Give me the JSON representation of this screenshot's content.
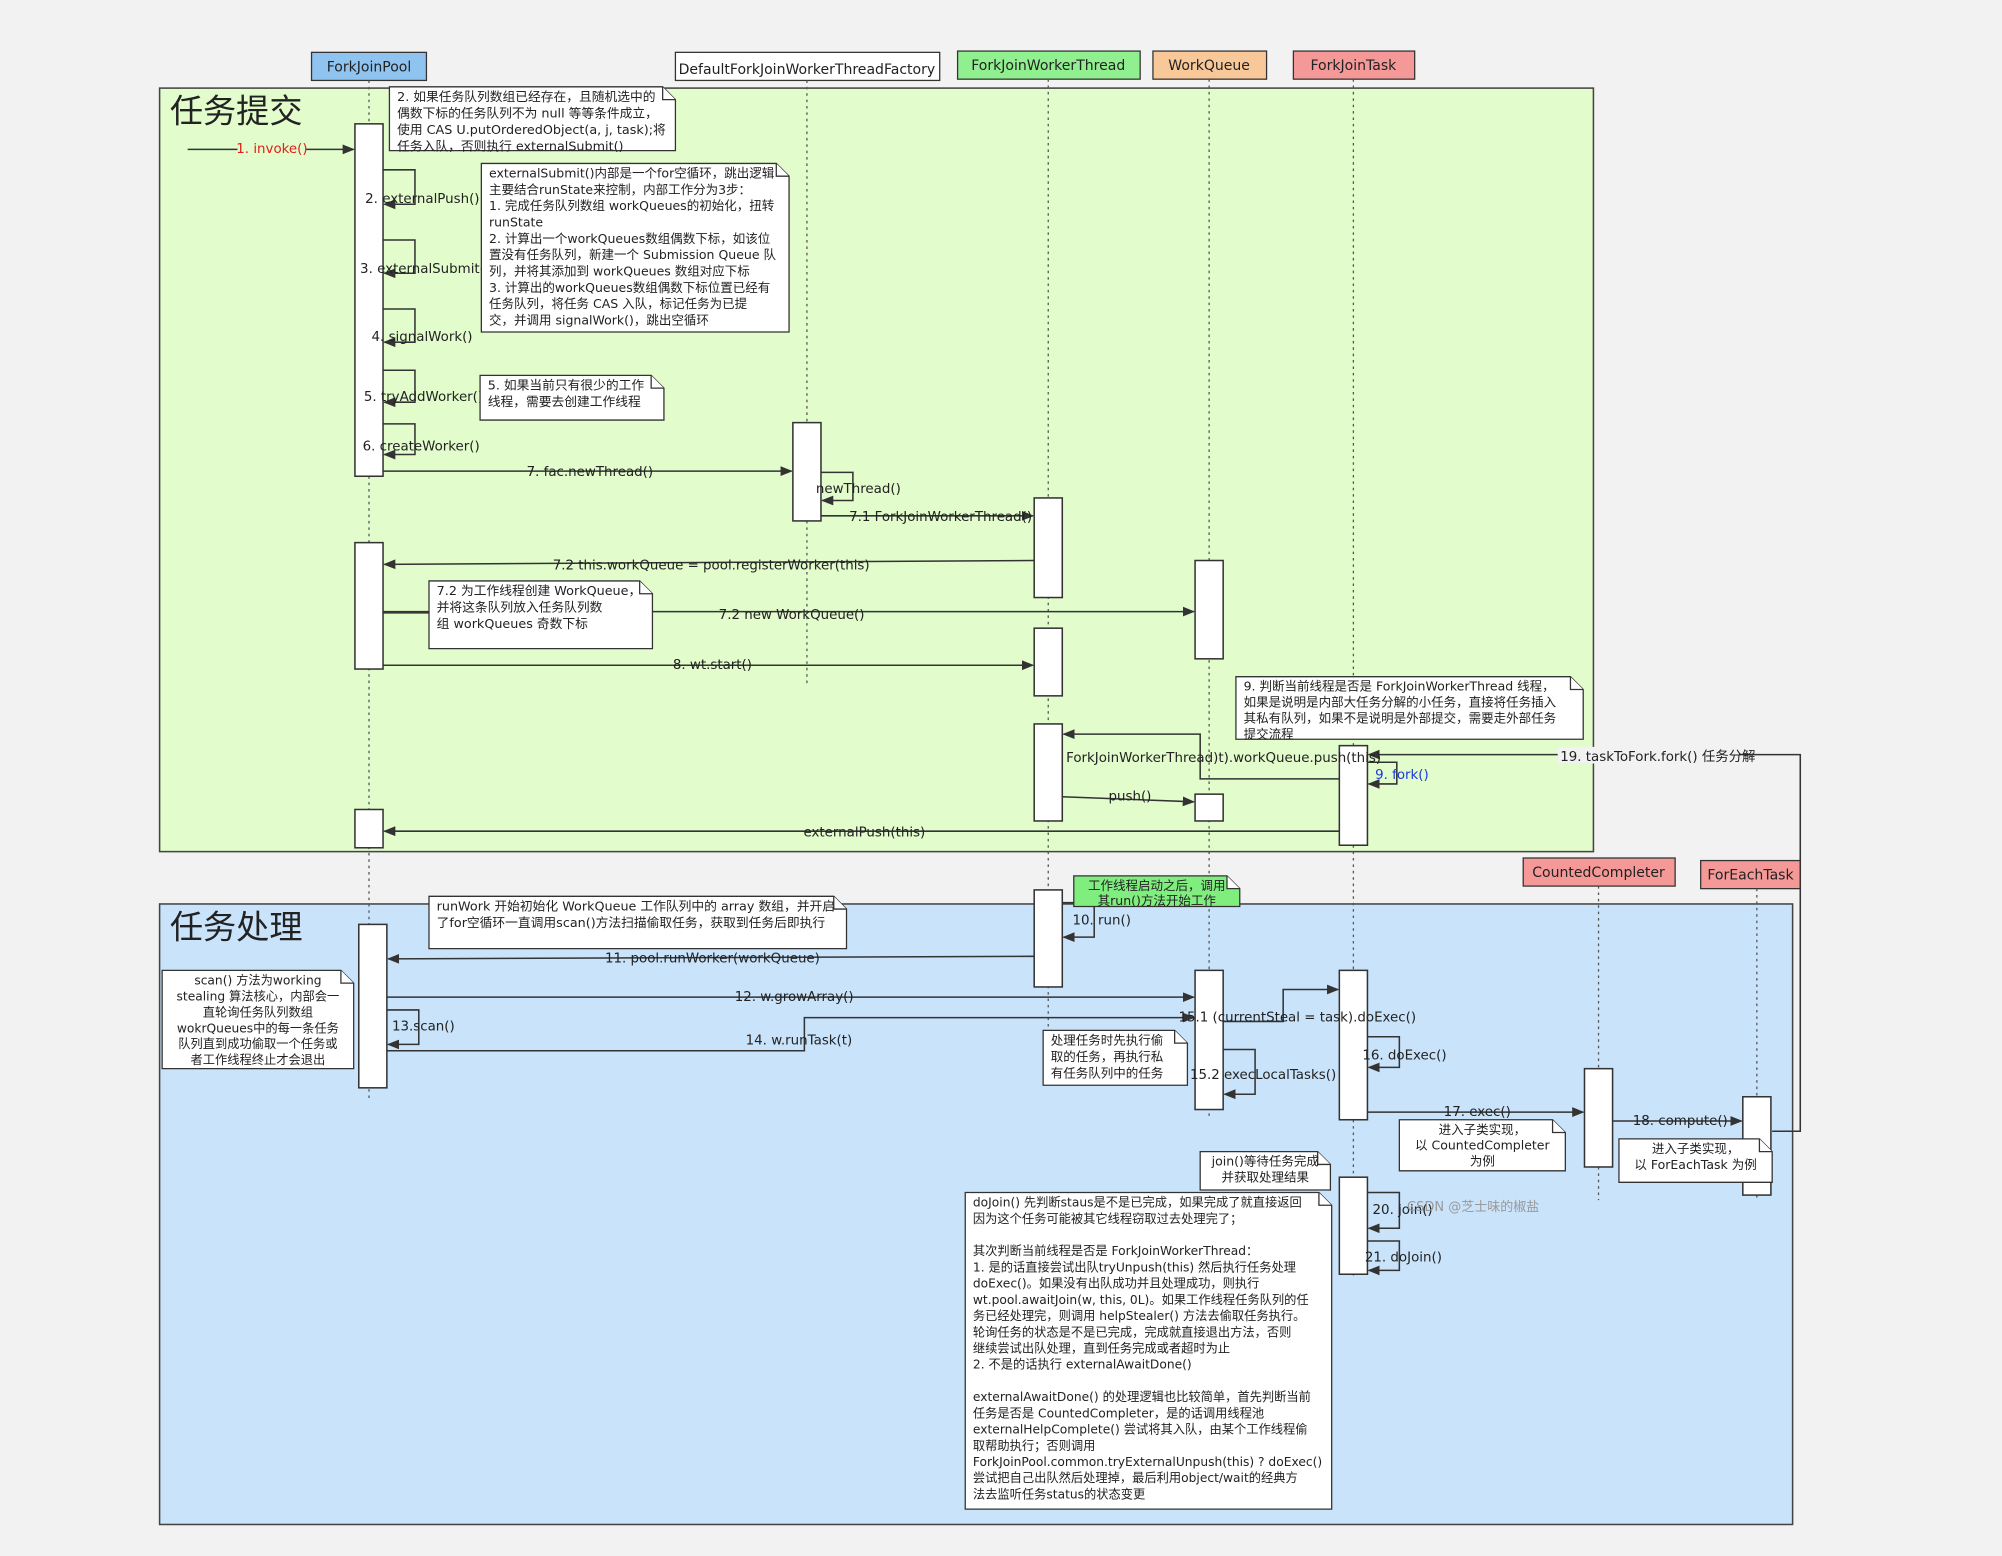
{
  "sections": {
    "submit": "任务提交",
    "process": "任务处理"
  },
  "participants": [
    {
      "name": "ForkJoinPool",
      "color": "#90c4f0"
    },
    {
      "name": "DefaultForkJoinWorkerThreadFactory",
      "color": "#ffffff"
    },
    {
      "name": "ForkJoinWorkerThread",
      "color": "#90f090"
    },
    {
      "name": "WorkQueue",
      "color": "#f8c898"
    },
    {
      "name": "ForkJoinTask",
      "color": "#f49898"
    },
    {
      "name": "CountedCompleter",
      "color": "#f49898"
    },
    {
      "name": "ForEachTask",
      "color": "#f49898"
    }
  ],
  "messages": {
    "m1": "1. invoke()",
    "m2": "2. externalPush()",
    "m3": "3. externalSubmit()",
    "m4": "4. signalWork()",
    "m5": "5. tryAddWorker()",
    "m6": "6. createWorker()",
    "m7": "7. fac.newThread()",
    "m_newthread": "newThread()",
    "m71": "7.1 ForkJoinWorkerThread()",
    "m72a": "7.2 this.workQueue = pool.registerWorker(this)",
    "m72b": "7.2 new WorkQueue()",
    "m8": "8. wt.start()",
    "m9": "9. fork()",
    "m_push_long": "ForkJoinWorkerThread)t).workQueue.push(this)",
    "m_push": "push()",
    "m_extpush": "externalPush(this)",
    "m19": "19. taskToFork.fork() 任务分解",
    "m10": "10. run()",
    "m11": "11. pool.runWorker(workQueue)",
    "m12": "12. w.growArray()",
    "m13": "13.scan()",
    "m14": "14. w.runTask(t)",
    "m151": "15.1 (currentSteal = task).doExec()",
    "m152": "15.2 execLocalTasks()",
    "m16": "16. doExec()",
    "m17": "17. exec()",
    "m18": "18. compute()",
    "m20": "20. join()",
    "m21": "21. doJoin()"
  },
  "notes": {
    "n2": [
      "2. 如果任务队列数组已经存在，且随机选中的",
      "偶数下标的任务队列不为 null 等等条件成立，",
      "使用 CAS  U.putOrderedObject(a, j, task);将",
      "任务入队，否则执行 externalSubmit()"
    ],
    "n_es": [
      "externalSubmit()内部是一个for空循环，跳出逻辑",
      "主要结合runState来控制，内部工作分为3步：",
      "1. 完成任务队列数组 workQueues的初始化，扭转",
      "runState",
      "2. 计算出一个workQueues数组偶数下标，如该位",
      "置没有任务队列，新建一个 Submission Queue 队",
      "列，并将其添加到 workQueues 数组对应下标",
      "3. 计算出的workQueues数组偶数下标位置已经有",
      "任务队列，将任务 CAS 入队，标记任务为已提",
      "交，并调用 signalWork()，跳出空循环"
    ],
    "n5": [
      "5. 如果当前只有很少的工作",
      "线程，需要去创建工作线程"
    ],
    "n72": [
      "7.2 为工作线程创建 WorkQueue，",
      "并将这条队列放入任务队列数",
      "组 workQueues 奇数下标"
    ],
    "n9": [
      "9. 判断当前线程是否是 ForkJoinWorkerThread 线程，",
      "如果是说明是内部大任务分解的小任务，直接将任务插入",
      "其私有队列，如果不是说明是外部提交，需要走外部任务",
      "提交流程"
    ],
    "n_run": [
      "工作线程启动之后，调用",
      "其run()方法开始工作"
    ],
    "n_rw": [
      "runWork 开始初始化 WorkQueue 工作队列中的 array 数组，并开启",
      "了for空循环一直调用scan()方法扫描偷取任务，获取到任务后即执行"
    ],
    "n_scan": [
      "scan() 方法为working",
      "stealing 算法核心，内部会一",
      "直轮询任务队列数组",
      "wokrQueues中的每一条任务",
      "队列直到成功偷取一个任务或",
      "者工作线程终止才会退出"
    ],
    "n_steal": [
      "处理任务时先执行偷",
      "取的任务，再执行私",
      "有任务队列中的任务"
    ],
    "n_cc": [
      "进入子类实现，",
      "以 CountedCompleter",
      "为例"
    ],
    "n_fe": [
      "进入子类实现，",
      "以 ForEachTask 为例"
    ],
    "n_join": [
      "join()等待任务完成",
      "并获取处理结果"
    ],
    "n_dojoin": [
      "doJoin() 先判断staus是不是已完成，如果完成了就直接返回",
      "因为这个任务可能被其它线程窃取过去处理完了；",
      "",
      "其次判断当前线程是否是 ForkJoinWorkerThread：",
      "  1. 是的话直接尝试出队tryUnpush(this) 然后执行任务处理",
      "doExec()。如果没有出队成功并且处理成功，则执行",
      "wt.pool.awaitJoin(w, this, 0L)。如果工作线程任务队列的任",
      "务已经处理完，则调用 helpStealer() 方法去偷取任务执行。",
      "轮询任务的状态是不是已完成，完成就直接退出方法，否则",
      "继续尝试出队处理，直到任务完成或者超时为止",
      "  2. 不是的话执行 externalAwaitDone()",
      "",
      "externalAwaitDone() 的处理逻辑也比较简单，首先判断当前",
      "任务是否是 CountedCompleter，是的话调用线程池",
      "externalHelpComplete() 尝试将其入队，由某个工作线程偷",
      "取帮助执行；否则调用",
      "ForkJoinPool.common.tryExternalUnpush(this) ? doExec()",
      "尝试把自己出队然后处理掉，最后利用object/wait的经典方",
      "法去监听任务status的状态变更"
    ]
  },
  "watermark": "CSDN @芝士味的椒盐"
}
